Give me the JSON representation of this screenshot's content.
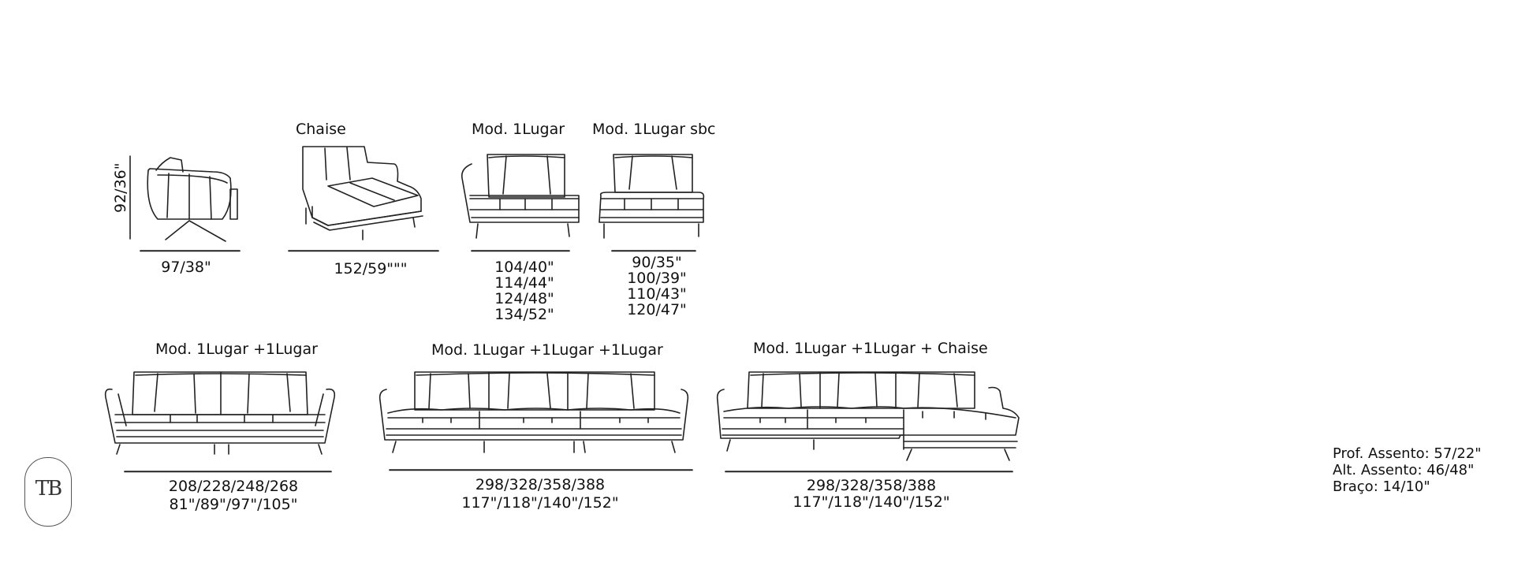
{
  "height_label": "92/36\"",
  "labels": {
    "chaise": "Chaise",
    "mod1": "Mod. 1Lugar",
    "mod1sbc": "Mod. 1Lugar sbc",
    "mod2": "Mod. 1Lugar +1Lugar",
    "mod3": "Mod. 1Lugar +1Lugar +1Lugar",
    "mod3chaise": "Mod. 1Lugar +1Lugar + Chaise"
  },
  "dims": {
    "armchair": [
      "97/38\""
    ],
    "chaise": [
      "152/59\"\"\""
    ],
    "mod1": [
      "104/40\"",
      "114/44\"",
      "124/48\"",
      "134/52\""
    ],
    "mod1sbc": [
      "90/35\"",
      "100/39\"",
      "110/43\"",
      "120/47\""
    ],
    "mod2": [
      "208/228/248/268",
      "81\"/89\"/97\"/105\""
    ],
    "mod3": [
      "298/328/358/388",
      "117\"/118\"/140\"/152\""
    ],
    "mod3chaise": [
      "298/328/358/388",
      "117\"/118\"/140\"/152\""
    ]
  },
  "specs": [
    "Prof. Assento: 57/22\"",
    "Alt. Assento: 46/48\"",
    "Braço: 14/10\""
  ],
  "logo": "TB"
}
